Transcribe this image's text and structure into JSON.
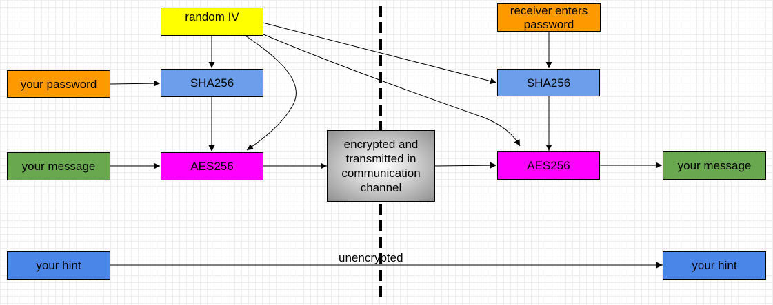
{
  "colors": {
    "yellow": "#ffff00",
    "orange": "#ff9900",
    "blue": "#6d9eeb",
    "magenta": "#ff00ff",
    "green": "#6aa84f",
    "hint_blue": "#4a86e8",
    "channel_gray": "#a8a8a8",
    "divider": "#000000"
  },
  "sender": {
    "random_iv": "random IV",
    "password": "your password",
    "sha": "SHA256",
    "message": "your message",
    "aes": "AES256",
    "hint": "your hint"
  },
  "channel": {
    "label": "encrypted and transmitted in communication channel"
  },
  "receiver": {
    "enters_password": "receiver enters password",
    "sha": "SHA256",
    "aes": "AES256",
    "message": "your message",
    "hint": "your hint"
  },
  "edges": {
    "unencrypted_label": "unencrypted"
  }
}
